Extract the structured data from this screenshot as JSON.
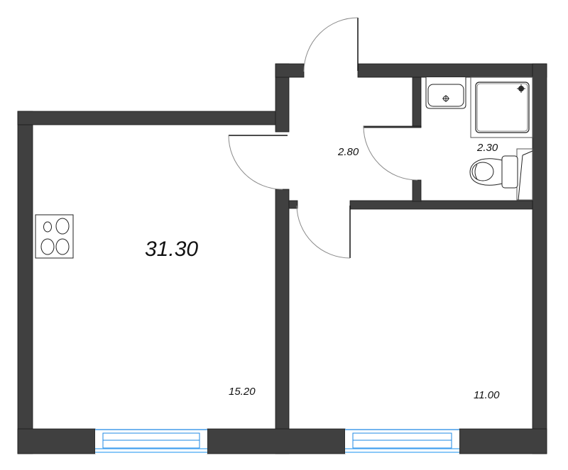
{
  "plan": {
    "type": "apartment-floor-plan",
    "total_area": "31.30",
    "colors": {
      "wall": "#404040",
      "wall_outline": "#1a1a1a",
      "door_arc": "#8a8a8a",
      "window": "#1e88e5",
      "window_light": "#64b5f6",
      "fixture_line": "#222222",
      "background": "#ffffff"
    },
    "rooms": [
      {
        "name": "kitchen-living-room",
        "area": "15.20"
      },
      {
        "name": "hallway",
        "area": "2.80"
      },
      {
        "name": "bathroom",
        "area": "2.30"
      },
      {
        "name": "bedroom",
        "area": "11.00"
      }
    ],
    "fixtures": [
      {
        "name": "stove",
        "room": "kitchen-living-room",
        "burners": 4
      },
      {
        "name": "washbasin",
        "room": "bathroom"
      },
      {
        "name": "shower-tray",
        "room": "bathroom"
      },
      {
        "name": "toilet",
        "room": "bathroom"
      }
    ],
    "doors": [
      "entrance-door",
      "kitchen-door",
      "bathroom-door",
      "bedroom-door"
    ],
    "windows": [
      "kitchen-window",
      "bedroom-window"
    ]
  }
}
